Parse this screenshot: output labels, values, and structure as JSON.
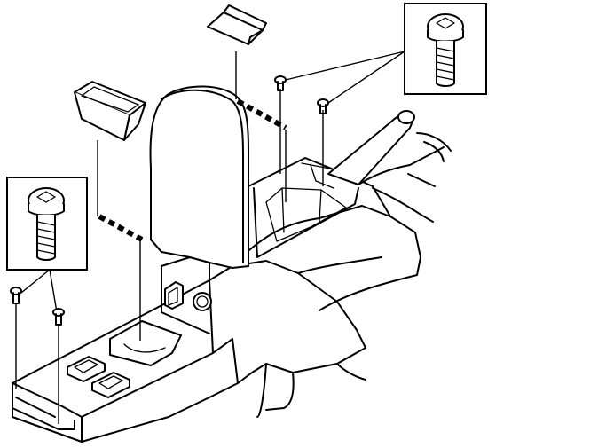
{
  "figure": {
    "background": "#ffffff",
    "line_color": "#000000",
    "parts": [
      "center-console",
      "armrest",
      "storage-tray",
      "small-lid",
      "screw",
      "screw-detail-callout",
      "window-switch",
      "parking-brake-lever"
    ]
  }
}
